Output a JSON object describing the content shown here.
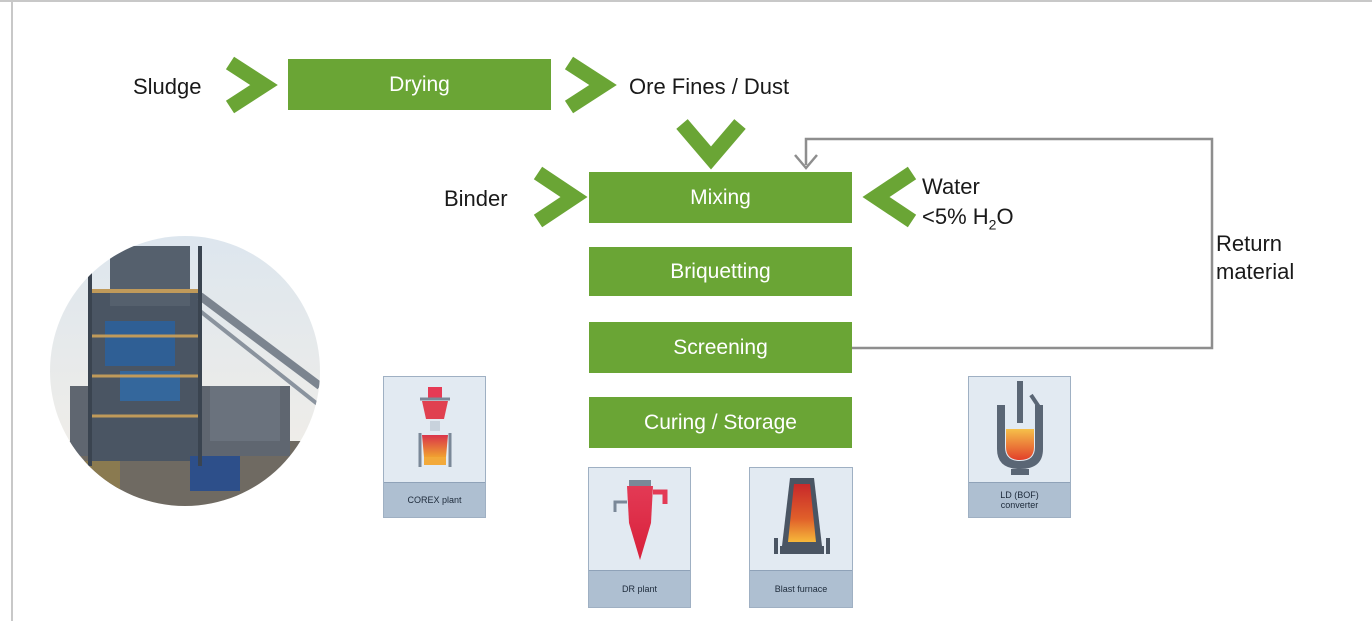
{
  "diagram": {
    "inputs": {
      "sludge": "Sludge",
      "ore_fines": "Ore Fines / Dust",
      "binder": "Binder",
      "water": "Water",
      "water_note_pre": "<5% H",
      "water_note_sub": "2",
      "water_note_post": "O",
      "return_line1": "Return",
      "return_line2": "material"
    },
    "steps": {
      "drying": "Drying",
      "mixing": "Mixing",
      "briquetting": "Briquetting",
      "screening": "Screening",
      "curing": "Curing / Storage"
    },
    "destinations": {
      "corex": "COREX plant",
      "dr": "DR plant",
      "blast": "Blast furnace",
      "ld_line1": "LD (BOF)",
      "ld_line2": "converter"
    },
    "colors": {
      "accent_green": "#6aa535",
      "connector_gray": "#8e8e8e",
      "tile_background": "#e2eaf2",
      "tile_caption": "#aebfd1"
    },
    "icons": [
      "chevron-right-icon",
      "chevron-down-icon",
      "chevron-left-icon",
      "corex-plant-icon",
      "dr-plant-icon",
      "blast-furnace-icon",
      "converter-icon"
    ],
    "photo": "industrial-plant-photo"
  }
}
